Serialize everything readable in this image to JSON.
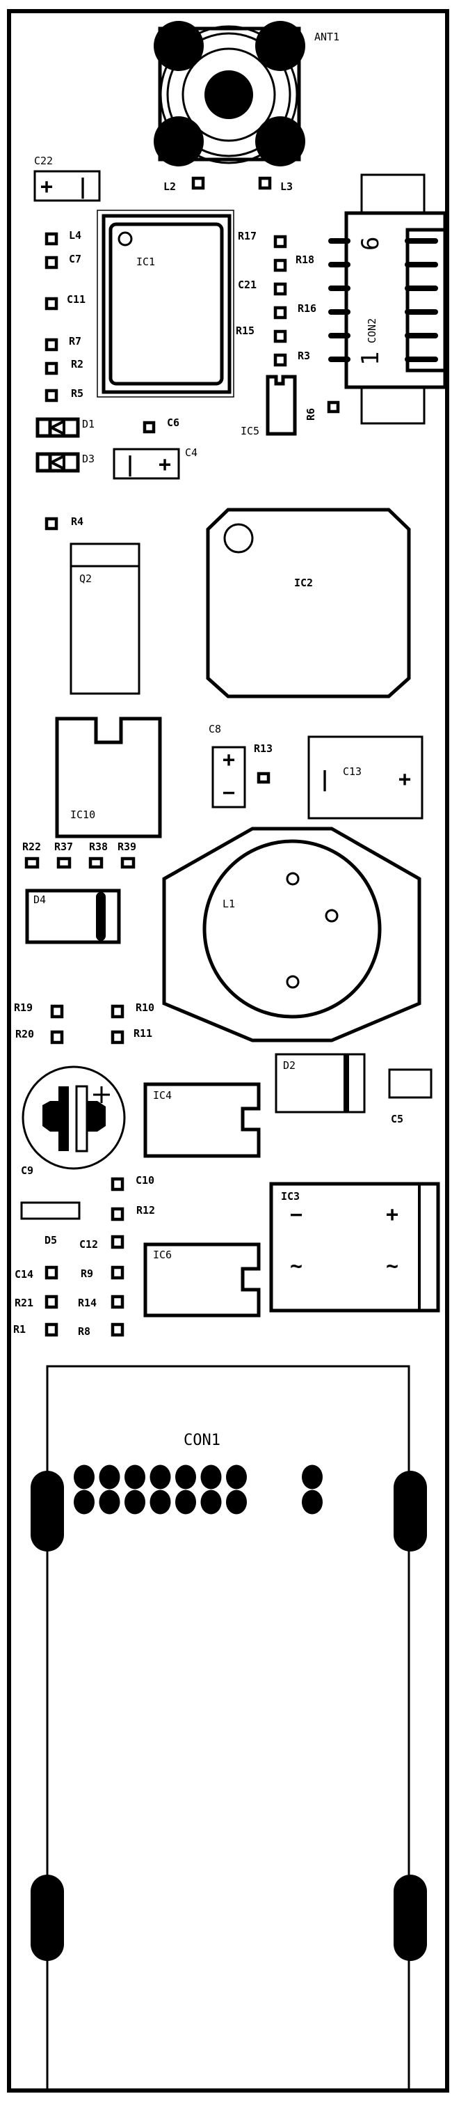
{
  "board": {
    "labels": {
      "ANT1": "ANT1",
      "C22": "C22",
      "L2": "L2",
      "L3": "L3",
      "IC1": "IC1",
      "L4": "L4",
      "C7": "C7",
      "C11": "C11",
      "R7": "R7",
      "R2": "R2",
      "R5": "R5",
      "R17": "R17",
      "R18": "R18",
      "C21": "C21",
      "R16": "R16",
      "R15": "R15",
      "R3": "R3",
      "CON2": "CON2",
      "CON2_pin6": "6",
      "CON2_pin1": "1",
      "IC5": "IC5",
      "R6": "R6",
      "D1": "D1",
      "C6": "C6",
      "D3": "D3",
      "C4": "C4",
      "R4": "R4",
      "Q2": "Q2",
      "IC2": "IC2",
      "IC10": "IC10",
      "C8": "C8",
      "R13": "R13",
      "C13": "C13",
      "R22": "R22",
      "R37": "R37",
      "R38": "R38",
      "R39": "R39",
      "D4": "D4",
      "L1": "L1",
      "R19": "R19",
      "R10": "R10",
      "R20": "R20",
      "R11": "R11",
      "D2": "D2",
      "C5": "C5",
      "C9": "C9",
      "IC4": "IC4",
      "C10": "C10",
      "R12": "R12",
      "D5": "D5",
      "C12": "C12",
      "IC6": "IC6",
      "IC3": "IC3",
      "C14": "C14",
      "R9": "R9",
      "R21": "R21",
      "R14": "R14",
      "R1": "R1",
      "R8": "R8",
      "CON1": "CON1"
    },
    "polarity": {
      "plus": "+",
      "minus": "−",
      "bar": "|",
      "ac": "~"
    }
  }
}
